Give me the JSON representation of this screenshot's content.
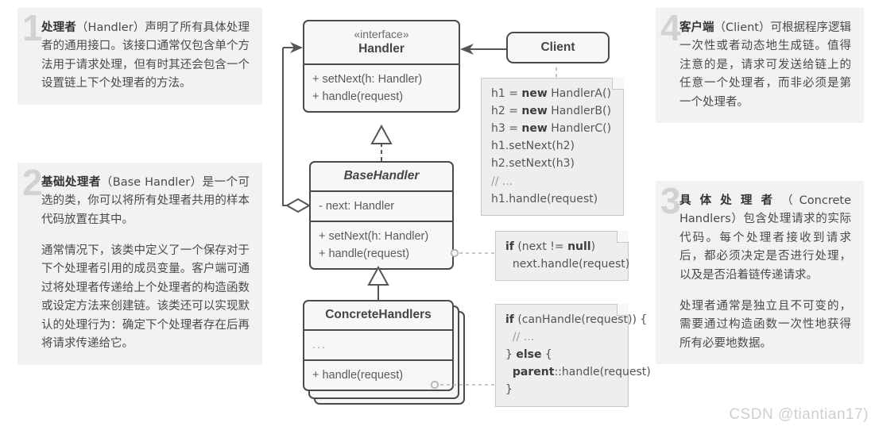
{
  "annotations": [
    {
      "number": "1",
      "paragraphs": [
        "<b>处理者</b>（Handler）声明了所有具体处理者的通用接口。该接口通常仅包含单个方法用于请求处理，但有时其还会包含一个设置链上下个处理者的方法。"
      ]
    },
    {
      "number": "2",
      "paragraphs": [
        "<b>基础处理者</b>（Base Handler）是一个可选的类，你可以将所有处理者共用的样本代码放置在其中。",
        "通常情况下，该类中定义了一个保存对于下个处理者引用的成员变量。客户端可通过将处理者传递给上个处理者的构造函数或设定方法来创建链。该类还可以实现默认的处理行为：确定下个处理者存在后再将请求传递给它。"
      ]
    },
    {
      "number": "3",
      "paragraphs": [
        "<b><span class=\"spaced\">具体处理者</span></b>（Concrete Handlers）包含处理请求的实际代码。每个处理者接收到请求后，都必须决定是否进行处理，以及是否沿着链传递请求。",
        "处理者通常是独立且不可变的，需要通过构造函数一次性地获得所有必要地数据。"
      ]
    },
    {
      "number": "4",
      "paragraphs": [
        "<b>客户端</b>（Client）可根据程序逻辑一次性或者动态地生成链。值得注意的是，请求可发送给链上的任意一个处理者，而非必须是第一个处理者。"
      ]
    }
  ],
  "classes": {
    "handler": {
      "stereotype": "«interface»",
      "name": "Handler",
      "methods": [
        "+ setNext(h: Handler)",
        "+ handle(request)"
      ]
    },
    "base_handler": {
      "name": "BaseHandler",
      "attributes": [
        "- next: Handler"
      ],
      "methods": [
        "+ setNext(h: Handler)",
        "+ handle(request)"
      ]
    },
    "concrete_handlers": {
      "name": "ConcreteHandlers",
      "attributes": [
        "..."
      ],
      "methods": [
        "+ handle(request)"
      ]
    },
    "client": {
      "name": "Client"
    }
  },
  "notes": {
    "client_code": {
      "lines": [
        "h1 = <b>new</b> HandlerA()",
        "h2 = <b>new</b> HandlerB()",
        "h3 = <b>new</b> HandlerC()",
        "h1.setNext(h2)",
        "h2.setNext(h3)",
        "<span class=\"cmt\">// ...</span>",
        "h1.handle(request)"
      ]
    },
    "base_handle_code": {
      "lines": [
        "<b>if</b> (next != <b>null</b>)",
        "  next.handle(request)"
      ]
    },
    "concrete_handle_code": {
      "lines": [
        "<b>if</b> (canHandle(request)) {",
        "  <span class=\"cmt\">// ...</span>",
        "} <b>else</b> {",
        "  <b>parent</b>::handle(request)",
        "}"
      ]
    }
  },
  "watermark": "CSDN @tiantian17)",
  "colors": {
    "panel_bg": "#f2f2f2",
    "numeral": "#d2d2d2",
    "box_border": "#4a4a4a",
    "box_bg": "#f7f7f7",
    "note_bg": "#eeeeee",
    "note_border": "#c8c8c8",
    "text": "#4a4a4a"
  }
}
